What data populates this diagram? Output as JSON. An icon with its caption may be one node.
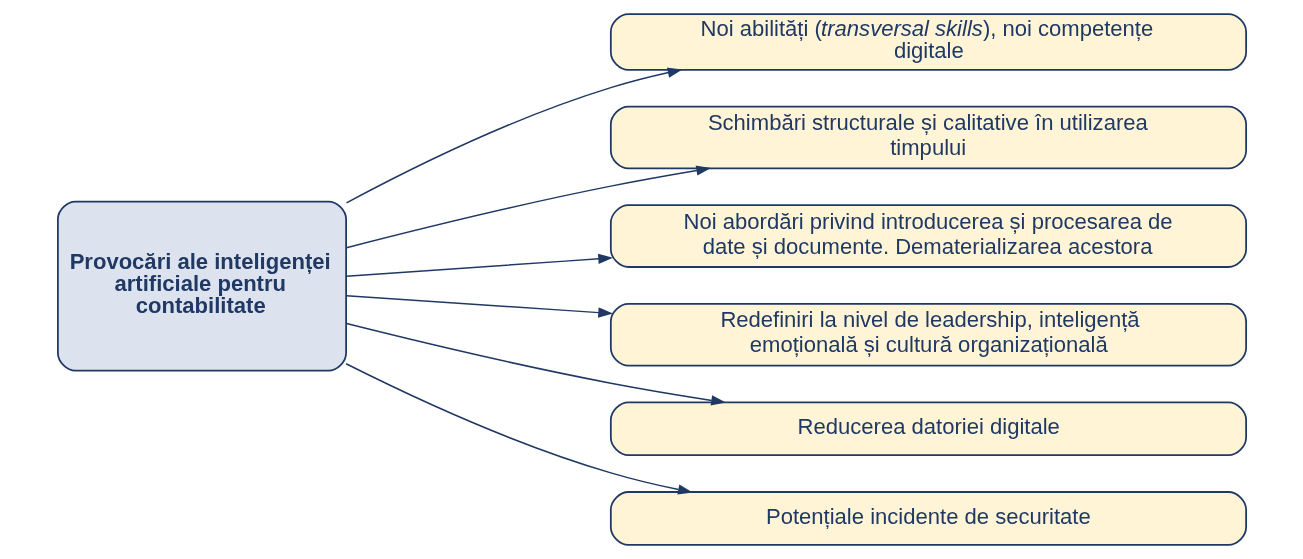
{
  "diagram": {
    "nodes": [
      {
        "text": [
          "Provocări ale inteligenței artificiale pentru contabilitate"
        ]
      },
      {
        "text": [
          "Noi abilități (*transversal skills*), noi competențe digitale"
        ]
      },
      {
        "text": [
          "Schimbări structurale și calitative în utilizarea timpului"
        ]
      },
      {
        "text": [
          "Noi abordări privind introducerea și procesarea de date și documente. Dematerializarea acestora"
        ]
      },
      {
        "text": [
          "Redefiniri la nivel de leadership, inteligență emoțională și cultură organizațională"
        ]
      },
      {
        "text": [
          "Reducerea datoriei digitale"
        ]
      },
      {
        "text": [
          "Potențiale incidente de securitate"
        ]
      }
    ],
    "edges": [
      {
        "from": 0,
        "to": 1,
        "arrow": "to"
      },
      {
        "from": 0,
        "to": 2,
        "arrow": "to"
      },
      {
        "from": 0,
        "to": 3,
        "arrow": "to"
      },
      {
        "from": 0,
        "to": 4,
        "arrow": "to"
      },
      {
        "from": 0,
        "to": 5,
        "arrow": "to"
      },
      {
        "from": 0,
        "to": 6,
        "arrow": "to"
      }
    ]
  }
}
